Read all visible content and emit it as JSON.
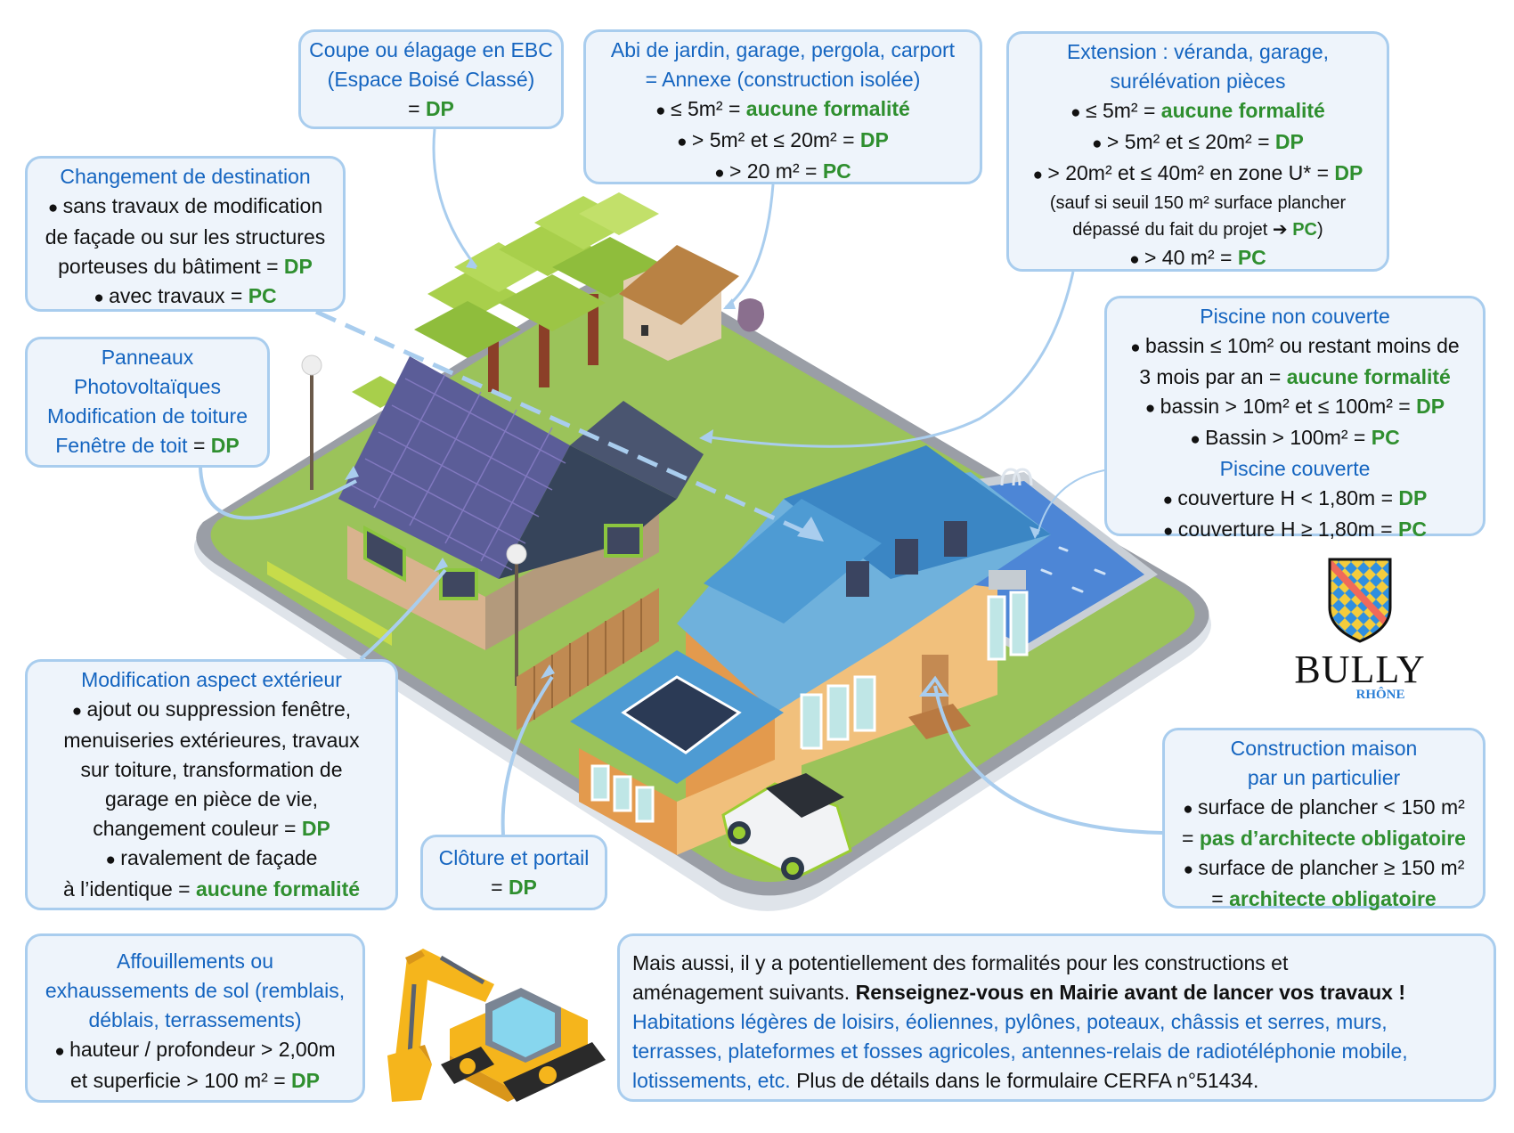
{
  "colors": {
    "box_fill": "#eef4fb",
    "box_border": "#a9cdee",
    "heading_blue": "#1565c0",
    "emphasis_green": "#2f8f2f",
    "connector_blue": "#a9cdee"
  },
  "coupe": {
    "title1": "Coupe ou élagage en EBC",
    "title2": "(Espace Boisé Classé)",
    "eq": "= ",
    "result": "DP"
  },
  "abri": {
    "title1": "Abi de jardin, garage, pergola, carport",
    "title2": "= Annexe (construction isolée)",
    "items": [
      {
        "text": "≤ 5m² = ",
        "result": "aucune formalité"
      },
      {
        "text": "> 5m² et ≤ 20m² = ",
        "result": "DP"
      },
      {
        "text": "> 20 m² = ",
        "result": "PC"
      }
    ]
  },
  "extension": {
    "title1": "Extension : véranda, garage,",
    "title2": "surélévation pièces",
    "items": [
      {
        "text": "≤ 5m² = ",
        "result": "aucune formalité"
      },
      {
        "text": "> 5m² et ≤ 20m² = ",
        "result": "DP"
      },
      {
        "text": "> 20m² et ≤ 40m² en zone U* = ",
        "result": "DP"
      }
    ],
    "note1": "(sauf si seuil 150 m² surface plancher",
    "note2": "dépassé du fait du projet ➔ ",
    "note2_result": "PC",
    "note2_end": ")",
    "last": {
      "text": "> 40 m² = ",
      "result": "PC"
    }
  },
  "changement": {
    "title": "Changement de destination",
    "line1": "sans travaux de modification",
    "line2": "de façade ou sur les structures",
    "line3": "porteuses du bâtiment = ",
    "line3_result": "DP",
    "line4": "avec travaux = ",
    "line4_result": "PC"
  },
  "panneaux": {
    "title1": "Panneaux",
    "title2": "Photovoltaïques",
    "title3": "Modification de toiture",
    "title4": "Fenêtre de toit",
    "eq": " = ",
    "result": "DP"
  },
  "piscine": {
    "title_open": "Piscine non couverte",
    "open_line1": "bassin ≤ 10m² ou restant moins de",
    "open_line2": "3 mois par an = ",
    "open_line2_result": "aucune formalité",
    "open_line3": "bassin > 10m² et ≤ 100m² = ",
    "open_line3_result": "DP",
    "open_line4": "Bassin > 100m² = ",
    "open_line4_result": "PC",
    "title_covered": "Piscine couverte",
    "cov_line1": "couverture H < 1,80m = ",
    "cov_line1_result": "DP",
    "cov_line2": "couverture H ≥ 1,80m = ",
    "cov_line2_result": "PC"
  },
  "logo": {
    "name": "BULLY",
    "region": "RHÔNE",
    "icon": "coat-of-arms-icon"
  },
  "modification": {
    "title": "Modification aspect extérieur",
    "line1": "ajout ou suppression fenêtre,",
    "line2": "menuiseries extérieures, travaux",
    "line3": "sur toiture, transformation de",
    "line4": "garage en pièce de vie,",
    "line5": "changement couleur = ",
    "line5_result": "DP",
    "line6": "ravalement de façade",
    "line7": "à l’identique = ",
    "line7_result": "aucune formalité"
  },
  "cloture": {
    "title": "Clôture et portail",
    "eq": "= ",
    "result": "DP"
  },
  "construction": {
    "title1": "Construction maison",
    "title2": "par un particulier",
    "line1": "surface de plancher < 150 m²",
    "line2_eq": "= ",
    "line2_result": "pas d’architecte obligatoire",
    "line3": "surface de plancher ≥ 150 m²",
    "line4_eq": "= ",
    "line4_result": "architecte obligatoire"
  },
  "affouillements": {
    "title1": "Affouillements ou",
    "title2": "exhaussements de sol (remblais,",
    "title3": "déblais, terrassements)",
    "line1": "hauteur / profondeur > 2,00m",
    "line2": "et superficie > 100 m² = ",
    "line2_result": "DP"
  },
  "excavator": {
    "icon": "excavator-icon"
  },
  "mais_aussi": {
    "line1": "Mais aussi, il y a potentiellement des formalités pour les constructions et",
    "line2a": "aménagement suivants. ",
    "line2b": "Renseignez-vous en Mairie avant de lancer vos travaux !",
    "line3": "Habitations légères de loisirs, éoliennes, pylônes, poteaux, châssis et serres, murs,",
    "line4": "terrasses, plateformes et fosses agricoles, antennes-relais de radiotéléphonie mobile,",
    "line5a": "lotissements, etc.",
    "line5b": " Plus de détails dans le formulaire CERFA n°51434."
  }
}
